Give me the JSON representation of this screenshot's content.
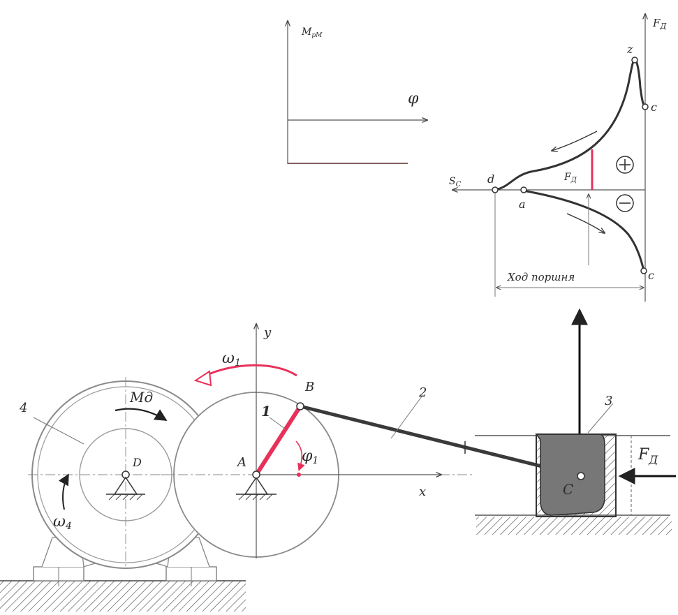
{
  "moment_chart": {
    "ylabel": "M",
    "ylabel_sub": "рМ",
    "xlabel": "φ"
  },
  "indicator": {
    "axis_label": "F",
    "axis_label_sub": "Д",
    "s_label": "S",
    "s_label_sub": "C",
    "points": {
      "z": "z",
      "c_top": "c",
      "d": "d",
      "a": "a",
      "c_bottom": "c"
    },
    "force_label": "F",
    "force_label_sub": "Д",
    "plus": "+",
    "minus": "−",
    "stroke_label": "Ход поршня"
  },
  "mechanism": {
    "label_4": "4",
    "label_Md": "Mд",
    "label_D": "D",
    "label_omega4": "ω",
    "label_omega4_sub": "4",
    "label_omega1": "ω",
    "label_omega1_sub": "1",
    "label_y": "y",
    "label_x": "x",
    "label_A": "A",
    "label_B": "B",
    "label_1": "1",
    "label_phi1": "φ",
    "label_phi1_sub": "1",
    "label_2": "2",
    "label_3": "3",
    "label_C": "C",
    "label_FD": "F",
    "label_FD_sub": "Д"
  },
  "colors": {
    "crank": "#e8315a",
    "accent_arrow": "#e8315a",
    "line": "#333333",
    "wheel": "#8a8a8a"
  }
}
